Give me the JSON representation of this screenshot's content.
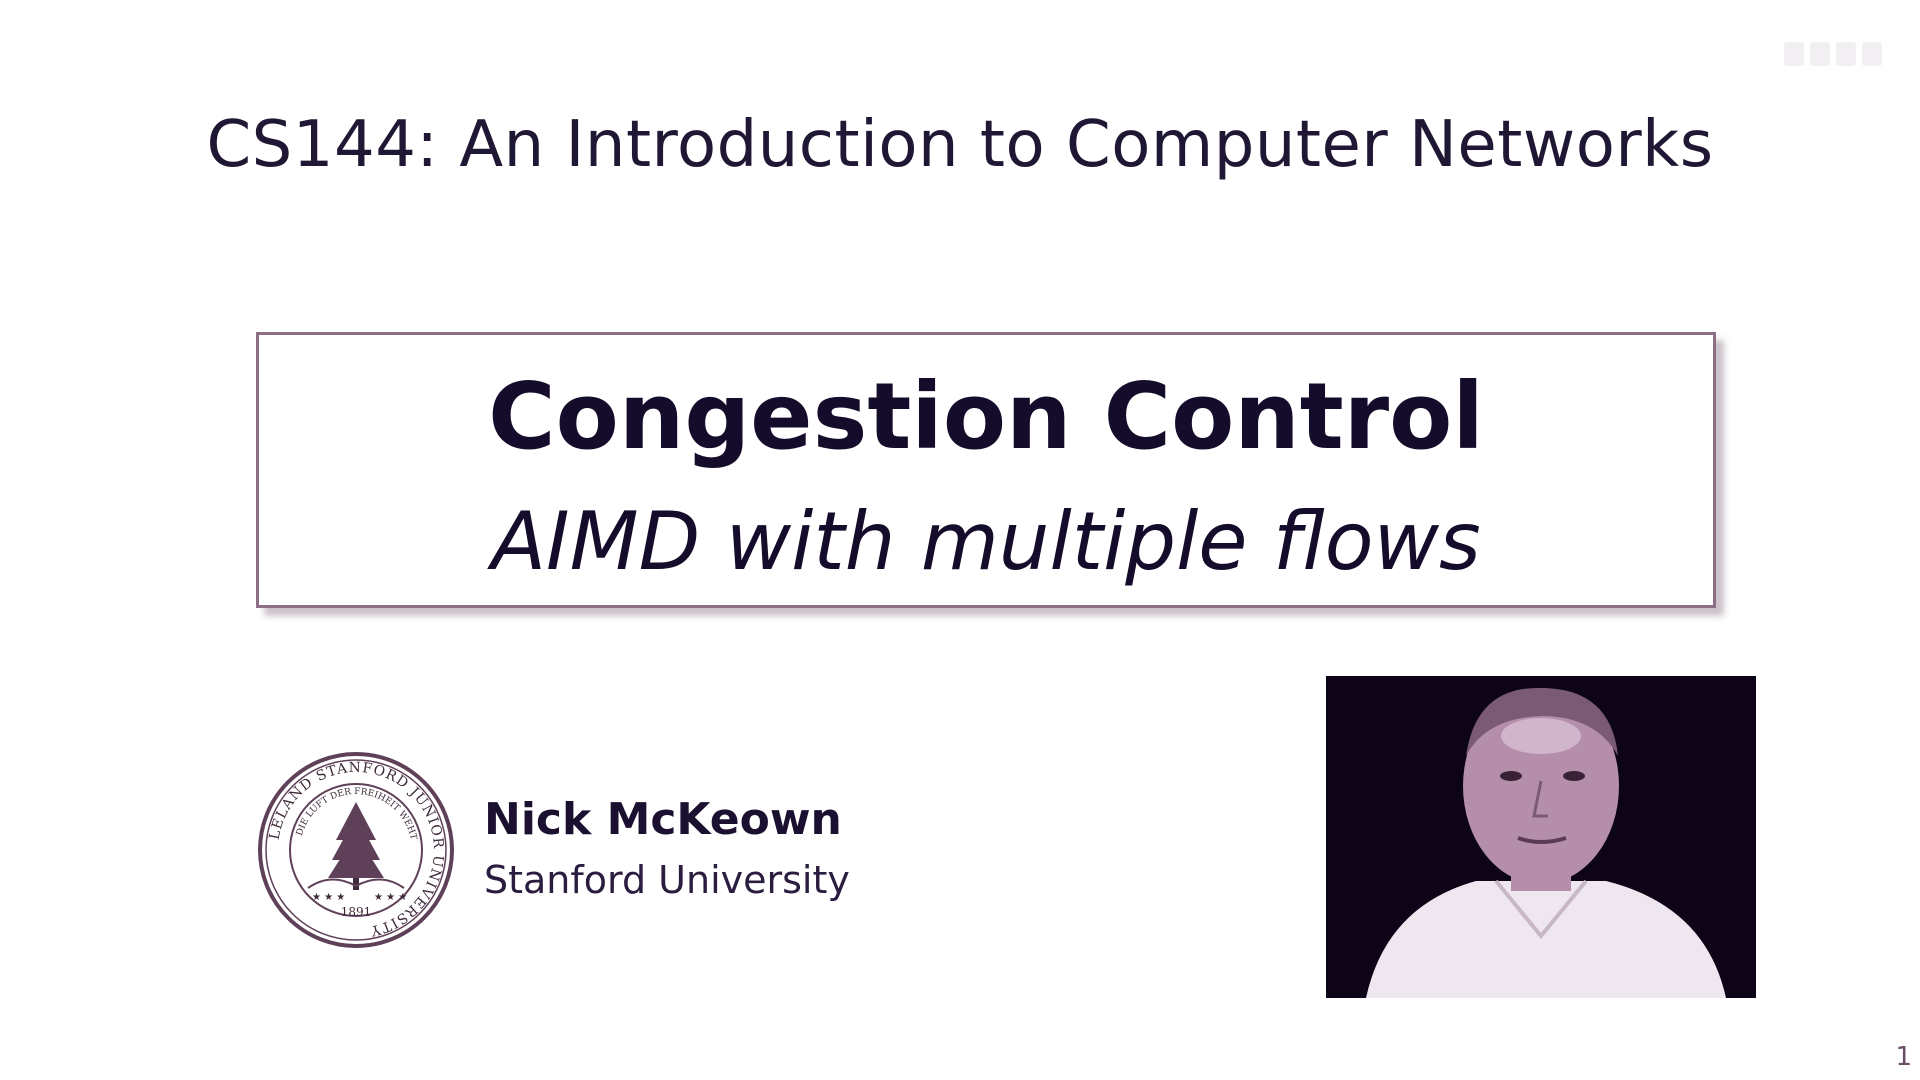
{
  "slide": {
    "course_title": "CS144: An Introduction to Computer Networks",
    "lecture_title": "Congestion Control",
    "lecture_subtitle": "AIMD with multiple flows",
    "author": {
      "name": "Nick McKeown",
      "affiliation": "Stanford University"
    },
    "seal_text": {
      "ring": "LELAND STANFORD JUNIOR UNIVERSITY",
      "motto": "DIE LUFT DER FREIHEIT WEHT",
      "year": "1891"
    },
    "slide_number": "1"
  },
  "colors": {
    "text_dark": "#1b1030",
    "box_border": "#8c6f84",
    "video_background": "#0d0418",
    "seal": "#5e4058"
  }
}
